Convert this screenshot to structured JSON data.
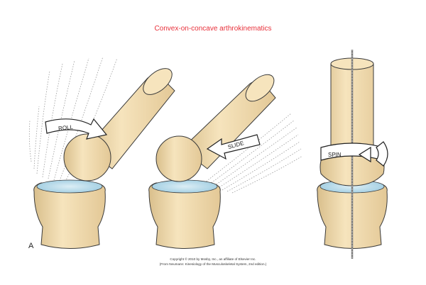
{
  "title": "Convex-on-concave arthrokinematics",
  "panel_label": "A",
  "labels": {
    "roll": "ROLL",
    "slide": "SLIDE",
    "spin": "SPIN"
  },
  "copyright_line1": "Copyright © 2010 by Mosby, Inc., an affiliate of Elsevier Inc.",
  "copyright_line2": "(From Neumann: Kinesiology of the Musculoskeletal System, 2nd edition.)",
  "colors": {
    "title": "#e8303a",
    "bone": "#f1dcb0",
    "bone_outline": "#3a3a3a",
    "cartilage": "#b9dbe8"
  }
}
